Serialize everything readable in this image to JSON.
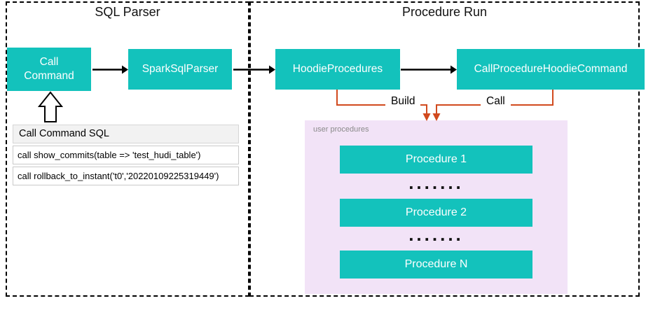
{
  "colors": {
    "teal": "#13c2bc",
    "purple": "#f2e3f7",
    "orange": "#d14a1e",
    "ink": "#000000",
    "panel_header_bg": "#f2f2f2"
  },
  "regions": {
    "sql_parser": {
      "title": "SQL Parser"
    },
    "procedure_run": {
      "title": "Procedure Run"
    }
  },
  "nodes": {
    "call_command": "Call Command",
    "spark_sql_parser": "SparkSqlParser",
    "hoodie_procedures": "HoodieProcedures",
    "call_procedure_hoodie_command": "CallProcedureHoodieCommand"
  },
  "sql_panel": {
    "header": "Call Command SQL",
    "rows": [
      "call show_commits(table => 'test_hudi_table')",
      "call rollback_to_instant('t0','20220109225319449')"
    ]
  },
  "edges": {
    "build": "Build",
    "call": "Call"
  },
  "user_procedures": {
    "label": "user procedures",
    "items": [
      "Procedure 1",
      "Procedure 2",
      "Procedure N"
    ],
    "dots": "......."
  }
}
